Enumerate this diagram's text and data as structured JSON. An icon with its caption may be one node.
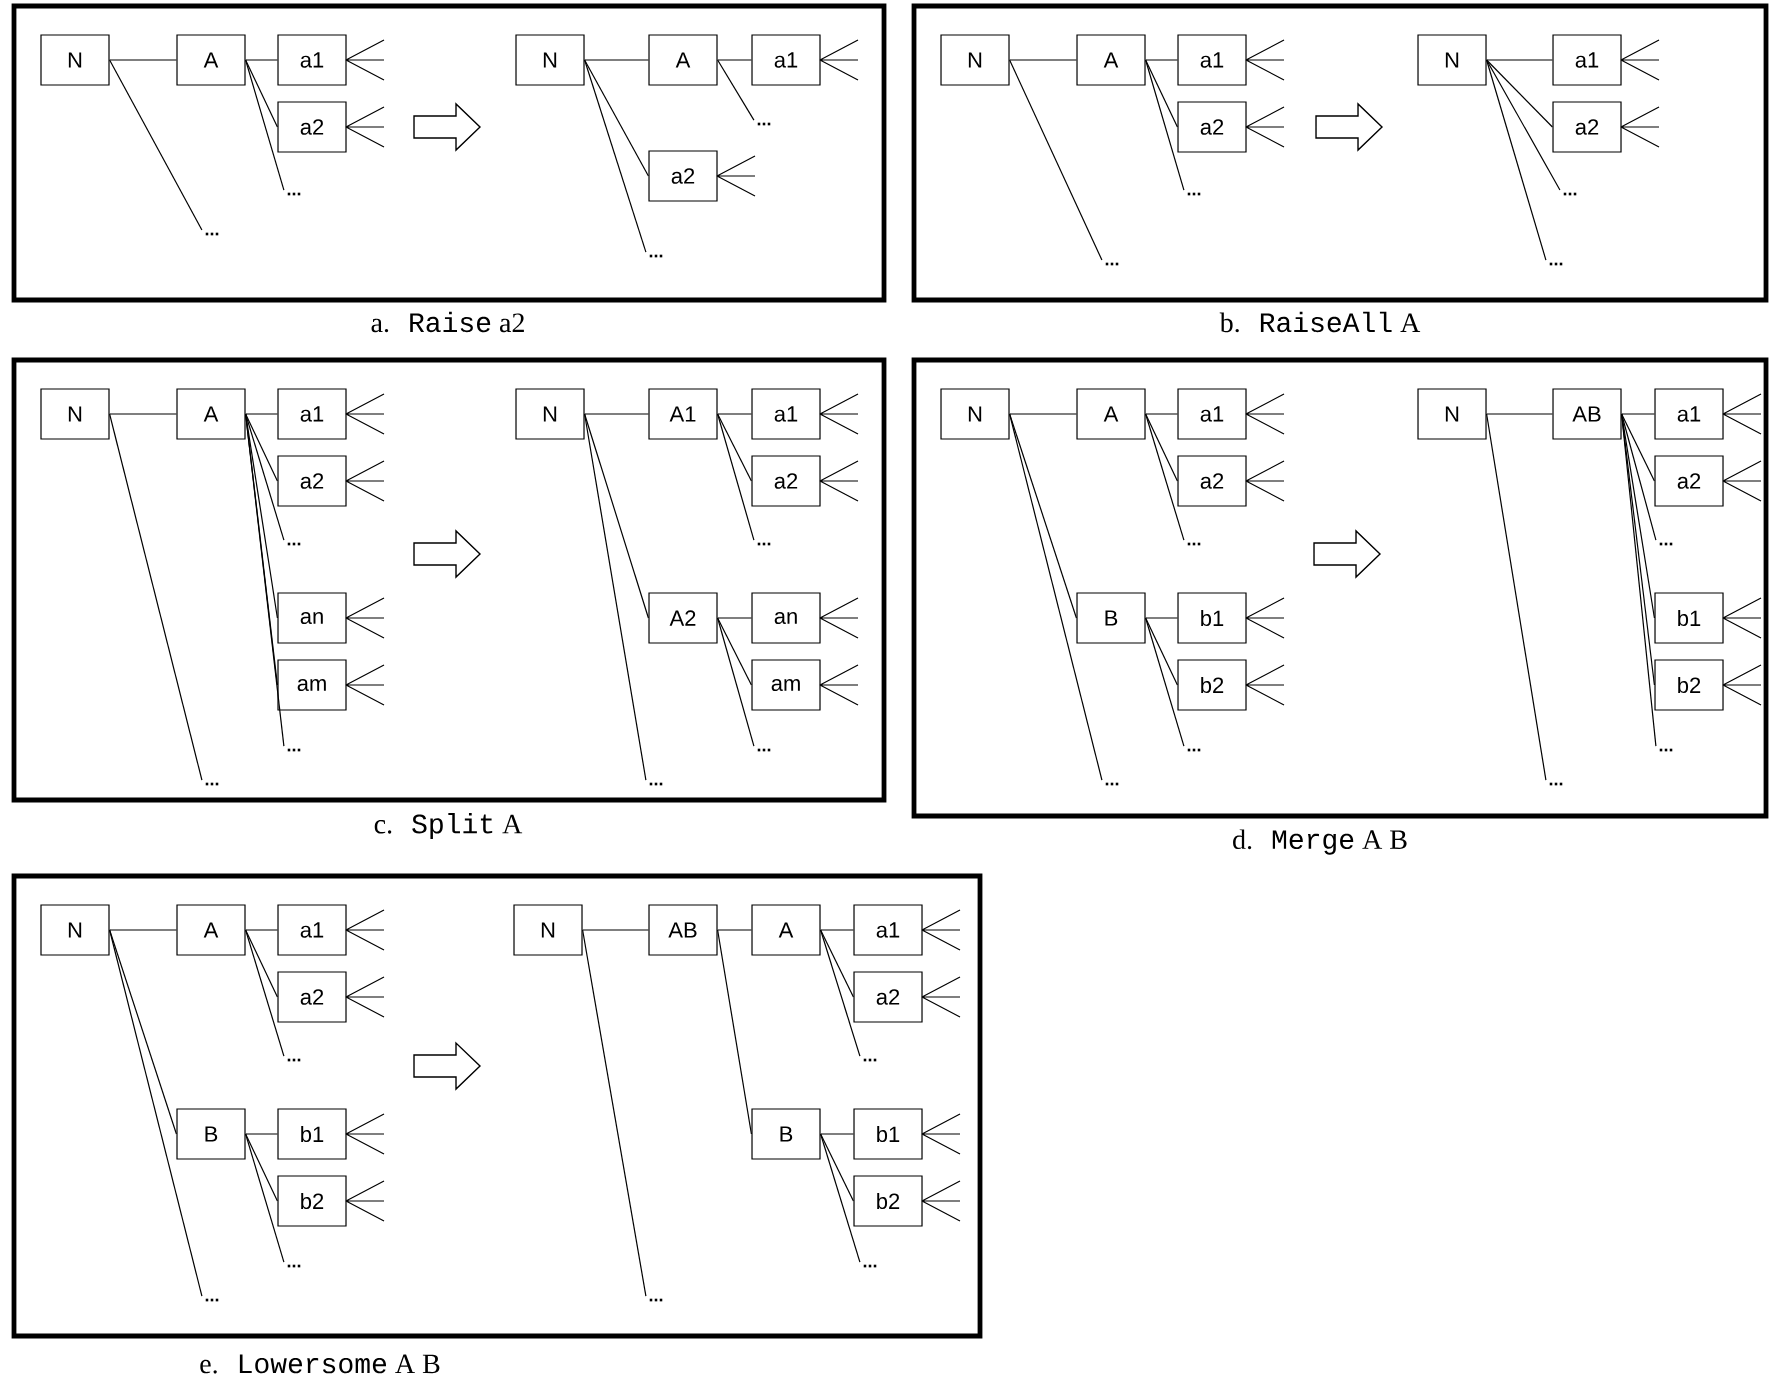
{
  "diagram": {
    "nodes": [
      {
        "text": [
          "a.",
          "Raise",
          "a2"
        ]
      },
      {
        "text": [
          "N"
        ],
        "in": 0
      },
      {
        "text": [
          "A"
        ],
        "in": 0
      },
      {
        "text": [
          "a1"
        ],
        "in": 0
      },
      {
        "text": [
          "a2"
        ],
        "in": 0
      },
      {
        "text": [
          "..."
        ],
        "in": 0
      },
      {
        "text": [
          "..."
        ],
        "in": 0
      },
      {
        "text": [
          "N"
        ],
        "in": 0
      },
      {
        "text": [
          "A"
        ],
        "in": 0
      },
      {
        "text": [
          "a1"
        ],
        "in": 0
      },
      {
        "text": [
          "..."
        ],
        "in": 0
      },
      {
        "text": [
          "a2"
        ],
        "in": 0
      },
      {
        "text": [
          "..."
        ],
        "in": 0
      },
      {
        "text": [
          "b.",
          "RaiseAll",
          "A"
        ]
      },
      {
        "text": [
          "N"
        ],
        "in": 13
      },
      {
        "text": [
          "A"
        ],
        "in": 13
      },
      {
        "text": [
          "a1"
        ],
        "in": 13
      },
      {
        "text": [
          "a2"
        ],
        "in": 13
      },
      {
        "text": [
          "..."
        ],
        "in": 13
      },
      {
        "text": [
          "..."
        ],
        "in": 13
      },
      {
        "text": [
          "N"
        ],
        "in": 13
      },
      {
        "text": [
          "a1"
        ],
        "in": 13
      },
      {
        "text": [
          "a2"
        ],
        "in": 13
      },
      {
        "text": [
          "..."
        ],
        "in": 13
      },
      {
        "text": [
          "..."
        ],
        "in": 13
      },
      {
        "text": [
          "c.",
          "Split",
          "A"
        ]
      },
      {
        "text": [
          "N"
        ],
        "in": 25
      },
      {
        "text": [
          "A"
        ],
        "in": 25
      },
      {
        "text": [
          "a1"
        ],
        "in": 25
      },
      {
        "text": [
          "a2"
        ],
        "in": 25
      },
      {
        "text": [
          "..."
        ],
        "in": 25
      },
      {
        "text": [
          "an"
        ],
        "in": 25
      },
      {
        "text": [
          "am"
        ],
        "in": 25
      },
      {
        "text": [
          "..."
        ],
        "in": 25
      },
      {
        "text": [
          "..."
        ],
        "in": 25
      },
      {
        "text": [
          "N"
        ],
        "in": 25
      },
      {
        "text": [
          "A1"
        ],
        "in": 25
      },
      {
        "text": [
          "a1"
        ],
        "in": 25
      },
      {
        "text": [
          "a2"
        ],
        "in": 25
      },
      {
        "text": [
          "..."
        ],
        "in": 25
      },
      {
        "text": [
          "A2"
        ],
        "in": 25
      },
      {
        "text": [
          "an"
        ],
        "in": 25
      },
      {
        "text": [
          "am"
        ],
        "in": 25
      },
      {
        "text": [
          "..."
        ],
        "in": 25
      },
      {
        "text": [
          "..."
        ],
        "in": 25
      },
      {
        "text": [
          "d.",
          "Merge",
          "A B"
        ]
      },
      {
        "text": [
          "N"
        ],
        "in": 45
      },
      {
        "text": [
          "A"
        ],
        "in": 45
      },
      {
        "text": [
          "a1"
        ],
        "in": 45
      },
      {
        "text": [
          "a2"
        ],
        "in": 45
      },
      {
        "text": [
          "..."
        ],
        "in": 45
      },
      {
        "text": [
          "B"
        ],
        "in": 45
      },
      {
        "text": [
          "b1"
        ],
        "in": 45
      },
      {
        "text": [
          "b2"
        ],
        "in": 45
      },
      {
        "text": [
          "..."
        ],
        "in": 45
      },
      {
        "text": [
          "..."
        ],
        "in": 45
      },
      {
        "text": [
          "N"
        ],
        "in": 45
      },
      {
        "text": [
          "AB"
        ],
        "in": 45
      },
      {
        "text": [
          "a1"
        ],
        "in": 45
      },
      {
        "text": [
          "a2"
        ],
        "in": 45
      },
      {
        "text": [
          "..."
        ],
        "in": 45
      },
      {
        "text": [
          "b1"
        ],
        "in": 45
      },
      {
        "text": [
          "b2"
        ],
        "in": 45
      },
      {
        "text": [
          "..."
        ],
        "in": 45
      },
      {
        "text": [
          "..."
        ],
        "in": 45
      },
      {
        "text": [
          "e.",
          "Lowersome",
          "A B"
        ]
      },
      {
        "text": [
          "N"
        ],
        "in": 65
      },
      {
        "text": [
          "A"
        ],
        "in": 65
      },
      {
        "text": [
          "a1"
        ],
        "in": 65
      },
      {
        "text": [
          "a2"
        ],
        "in": 65
      },
      {
        "text": [
          "..."
        ],
        "in": 65
      },
      {
        "text": [
          "B"
        ],
        "in": 65
      },
      {
        "text": [
          "b1"
        ],
        "in": 65
      },
      {
        "text": [
          "b2"
        ],
        "in": 65
      },
      {
        "text": [
          "..."
        ],
        "in": 65
      },
      {
        "text": [
          "..."
        ],
        "in": 65
      },
      {
        "text": [
          "N"
        ],
        "in": 65
      },
      {
        "text": [
          "AB"
        ],
        "in": 65
      },
      {
        "text": [
          "A"
        ],
        "in": 65
      },
      {
        "text": [
          "a1"
        ],
        "in": 65
      },
      {
        "text": [
          "a2"
        ],
        "in": 65
      },
      {
        "text": [
          "..."
        ],
        "in": 65
      },
      {
        "text": [
          "B"
        ],
        "in": 65
      },
      {
        "text": [
          "b1"
        ],
        "in": 65
      },
      {
        "text": [
          "b2"
        ],
        "in": 65
      },
      {
        "text": [
          "..."
        ],
        "in": 65
      },
      {
        "text": [
          "..."
        ],
        "in": 65
      }
    ],
    "edges": [
      {
        "from": 1,
        "to": 2,
        "arrow": "none"
      },
      {
        "from": 1,
        "to": 6,
        "arrow": "none"
      },
      {
        "from": 2,
        "to": 3,
        "arrow": "none"
      },
      {
        "from": 2,
        "to": 4,
        "arrow": "none"
      },
      {
        "from": 2,
        "to": 5,
        "arrow": "none"
      },
      {
        "from": 7,
        "to": 8,
        "arrow": "none"
      },
      {
        "from": 7,
        "to": 11,
        "arrow": "none"
      },
      {
        "from": 7,
        "to": 12,
        "arrow": "none"
      },
      {
        "from": 8,
        "to": 9,
        "arrow": "none"
      },
      {
        "from": 8,
        "to": 10,
        "arrow": "none"
      },
      {
        "from": 14,
        "to": 15,
        "arrow": "none"
      },
      {
        "from": 14,
        "to": 19,
        "arrow": "none"
      },
      {
        "from": 15,
        "to": 16,
        "arrow": "none"
      },
      {
        "from": 15,
        "to": 17,
        "arrow": "none"
      },
      {
        "from": 15,
        "to": 18,
        "arrow": "none"
      },
      {
        "from": 20,
        "to": 21,
        "arrow": "none"
      },
      {
        "from": 20,
        "to": 22,
        "arrow": "none"
      },
      {
        "from": 20,
        "to": 23,
        "arrow": "none"
      },
      {
        "from": 20,
        "to": 24,
        "arrow": "none"
      },
      {
        "from": 26,
        "to": 27,
        "arrow": "none"
      },
      {
        "from": 26,
        "to": 34,
        "arrow": "none"
      },
      {
        "from": 27,
        "to": 28,
        "arrow": "none"
      },
      {
        "from": 27,
        "to": 29,
        "arrow": "none"
      },
      {
        "from": 27,
        "to": 30,
        "arrow": "none"
      },
      {
        "from": 27,
        "to": 31,
        "arrow": "none"
      },
      {
        "from": 27,
        "to": 32,
        "arrow": "none"
      },
      {
        "from": 27,
        "to": 33,
        "arrow": "none"
      },
      {
        "from": 35,
        "to": 36,
        "arrow": "none"
      },
      {
        "from": 35,
        "to": 40,
        "arrow": "none"
      },
      {
        "from": 35,
        "to": 44,
        "arrow": "none"
      },
      {
        "from": 36,
        "to": 37,
        "arrow": "none"
      },
      {
        "from": 36,
        "to": 38,
        "arrow": "none"
      },
      {
        "from": 36,
        "to": 39,
        "arrow": "none"
      },
      {
        "from": 40,
        "to": 41,
        "arrow": "none"
      },
      {
        "from": 40,
        "to": 42,
        "arrow": "none"
      },
      {
        "from": 40,
        "to": 43,
        "arrow": "none"
      },
      {
        "from": 46,
        "to": 47,
        "arrow": "none"
      },
      {
        "from": 46,
        "to": 51,
        "arrow": "none"
      },
      {
        "from": 46,
        "to": 55,
        "arrow": "none"
      },
      {
        "from": 47,
        "to": 48,
        "arrow": "none"
      },
      {
        "from": 47,
        "to": 49,
        "arrow": "none"
      },
      {
        "from": 47,
        "to": 50,
        "arrow": "none"
      },
      {
        "from": 51,
        "to": 52,
        "arrow": "none"
      },
      {
        "from": 51,
        "to": 53,
        "arrow": "none"
      },
      {
        "from": 51,
        "to": 54,
        "arrow": "none"
      },
      {
        "from": 56,
        "to": 57,
        "arrow": "none"
      },
      {
        "from": 56,
        "to": 64,
        "arrow": "none"
      },
      {
        "from": 57,
        "to": 58,
        "arrow": "none"
      },
      {
        "from": 57,
        "to": 59,
        "arrow": "none"
      },
      {
        "from": 57,
        "to": 60,
        "arrow": "none"
      },
      {
        "from": 57,
        "to": 61,
        "arrow": "none"
      },
      {
        "from": 57,
        "to": 62,
        "arrow": "none"
      },
      {
        "from": 57,
        "to": 63,
        "arrow": "none"
      },
      {
        "from": 66,
        "to": 67,
        "arrow": "none"
      },
      {
        "from": 66,
        "to": 71,
        "arrow": "none"
      },
      {
        "from": 66,
        "to": 75,
        "arrow": "none"
      },
      {
        "from": 67,
        "to": 68,
        "arrow": "none"
      },
      {
        "from": 67,
        "to": 69,
        "arrow": "none"
      },
      {
        "from": 67,
        "to": 70,
        "arrow": "none"
      },
      {
        "from": 71,
        "to": 72,
        "arrow": "none"
      },
      {
        "from": 71,
        "to": 73,
        "arrow": "none"
      },
      {
        "from": 71,
        "to": 74,
        "arrow": "none"
      },
      {
        "from": 76,
        "to": 77,
        "arrow": "none"
      },
      {
        "from": 76,
        "to": 86,
        "arrow": "none"
      },
      {
        "from": 77,
        "to": 78,
        "arrow": "none"
      },
      {
        "from": 77,
        "to": 82,
        "arrow": "none"
      },
      {
        "from": 78,
        "to": 79,
        "arrow": "none"
      },
      {
        "from": 78,
        "to": 80,
        "arrow": "none"
      },
      {
        "from": 78,
        "to": 81,
        "arrow": "none"
      },
      {
        "from": 82,
        "to": 83,
        "arrow": "none"
      },
      {
        "from": 82,
        "to": 84,
        "arrow": "none"
      },
      {
        "from": 82,
        "to": 85,
        "arrow": "none"
      }
    ]
  }
}
